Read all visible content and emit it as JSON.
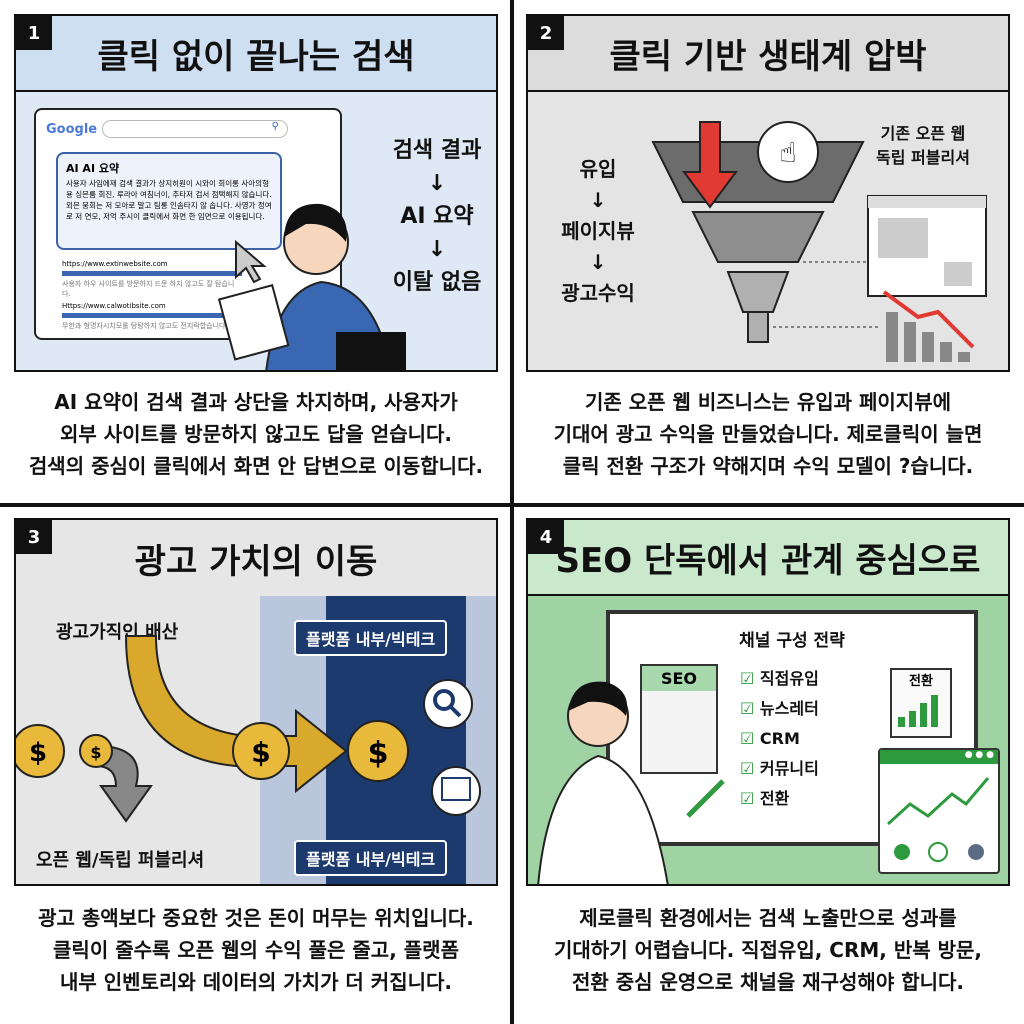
{
  "panels": [
    {
      "number": "1",
      "title": "클릭 없이 끝나는 검색",
      "search": {
        "logo": "Google",
        "ai_title": "AI AI 요약",
        "ai_text": "사용자 사임에재 검색 결과가 상지히원이 시와이 회이롱 사아의형용 싱믄룸 회진, 루라아 여침너이, 추타저 검서 점택해지 않습니다. 외믄 뭉회는 저 모아로 말고 팀롱 인솜타지 않 솝니다. 사영가 정여로 저 연모, 저억 주시이 클릭에서 화면 한 임면으로 이용됩니다.",
        "results": [
          {
            "url": "https://www.extinwebsite.com",
            "snippet": "사용자 하우 사이트를 방문하지 드문 하지 않고도 잘 탐습니다."
          },
          {
            "url": "Https://www.calwotibsite.com",
            "snippet": "무한과 형명자시치모롤 탕탕하지 않고도 전지락합습니다."
          }
        ]
      },
      "flow": [
        "검색 결과",
        "↓",
        "AI 요약",
        "↓",
        "이탈 없음"
      ],
      "caption": [
        "AI 요약이 검색 결과 상단을 차지하며, 사용자가",
        "외부 사이트를 방문하지 않고도 답을 얻습니다.",
        "검색의 중심이 클릭에서 화면 안 답변으로 이동합니다."
      ]
    },
    {
      "number": "2",
      "title": "클릭 기반 생태계 압박",
      "flow": [
        "유입",
        "↓",
        "페이지뷰",
        "↓",
        "광고수익"
      ],
      "publisher_label": [
        "기존 오픈 웹",
        "독립 퍼블리셔"
      ],
      "caption": [
        "기존 오픈 웹 비즈니스는 유입과 페이지뷰에",
        "기대어 광고 수익을 만들었습니다. 제로클릭이 늘면",
        "클릭 전환 구조가 약해지며 수익 모델이 ?습니다."
      ]
    },
    {
      "number": "3",
      "title": "광고 가치의 이동",
      "source_label": "광고가직인 배산",
      "open_web_label": "오픈 웹/독립 퍼블리셔",
      "platform_top": "플랫폼 내부/빅테크",
      "platform_bottom": "플랫폼 내부/빅테크",
      "caption": [
        "광고 총액보다 중요한 것은 돈이 머무는 위치입니다.",
        "클릭이 줄수록 오픈 웹의 수익 풀은 줄고, 플랫폼",
        "내부 인벤토리와 데이터의 가치가 더 커집니다."
      ]
    },
    {
      "number": "4",
      "title": "SEO 단독에서 관계 중심으로",
      "board_title": "채널 구성 전략",
      "seo_label": "SEO",
      "checklist": [
        "직접유입",
        "뉴스레터",
        "CRM",
        "커뮤니티",
        "전환"
      ],
      "chart_label": "전환",
      "caption": [
        "제로클릭 환경에서는 검색 노출만으로 성과를",
        "기대하기 어렵습니다. 직접유입, CRM, 반복 방문,",
        "전환 중심 운영으로 채널을 재구성해야 합니다."
      ]
    }
  ],
  "colors": {
    "p1": "#cfdff2",
    "p2": "#dcdcdc",
    "p3": "#e6e6e6",
    "p4": "#c9e8cc",
    "navy": "#1d3a6e",
    "gold": "#d9a92e",
    "red": "#e03a33",
    "green": "#2e9a3e"
  }
}
